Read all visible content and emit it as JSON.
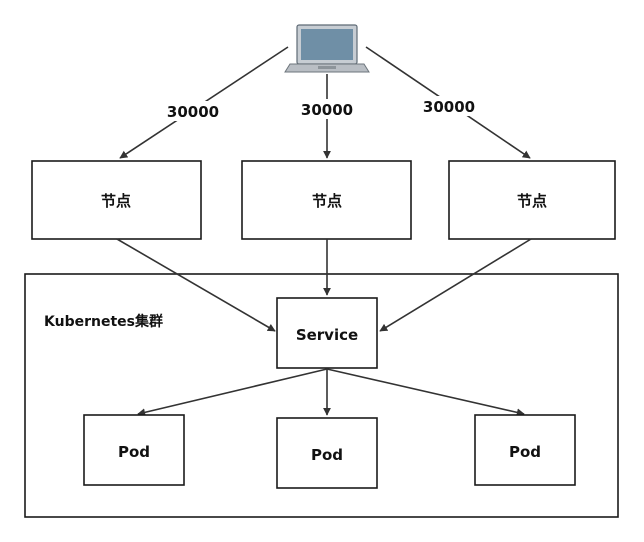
{
  "client": {
    "icon": "laptop-icon"
  },
  "ports": [
    "30000",
    "30000",
    "30000"
  ],
  "nodes": [
    "节点",
    "节点",
    "节点"
  ],
  "cluster": {
    "label": "Kubernetes集群"
  },
  "service": {
    "label": "Service"
  },
  "pods": [
    "Pod",
    "Pod",
    "Pod"
  ],
  "colors": {
    "stroke": "#1a1a1a",
    "edge": "#333333",
    "laptop_screen": "#6f8fa6",
    "laptop_body": "#b9bec4"
  }
}
